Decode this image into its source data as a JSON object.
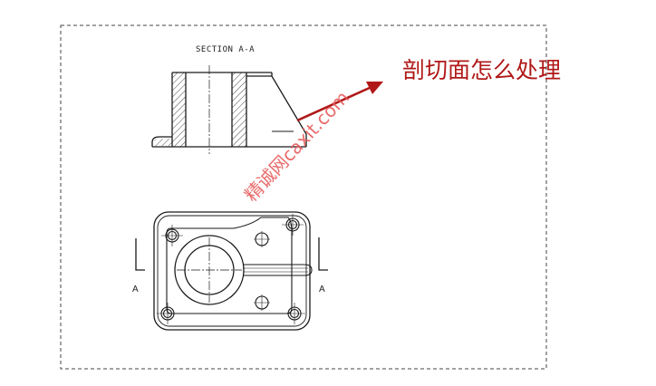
{
  "drawing": {
    "section_title": "SECTION A-A",
    "cut_label_left": "A",
    "cut_label_right": "A"
  },
  "annotation": {
    "text": "剖切面怎么处理"
  },
  "watermark": {
    "text": "精诚网caxit.com"
  },
  "colors": {
    "line": "#1a1a1a",
    "annotation": "#b01818",
    "arrow": "#b01818",
    "watermark": "#e65a5a"
  }
}
